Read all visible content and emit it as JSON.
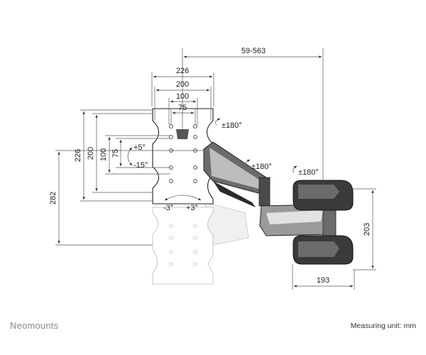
{
  "brand": "Neomounts",
  "measuring_unit": "Measuring unit: mm",
  "dimensions": {
    "reach": "59-563",
    "vesa_226": "226",
    "vesa_200": "200",
    "vesa_100": "100",
    "vesa_75": "75",
    "height_226": "226",
    "height_200": "200",
    "height_100": "100",
    "height_75": "75",
    "total_height": "282",
    "arm_height": "203",
    "arm_depth": "193"
  },
  "annotations": {
    "tilt_up": "+5°",
    "tilt_down": "-15°",
    "rotate_left": "-3°",
    "rotate_right": "+3°",
    "swivel_1": "±180°",
    "swivel_2": "±180°",
    "swivel_3": "±180°"
  },
  "colors": {
    "arm_dark": "#2a2a2a",
    "arm_mid": "#6b6b6b",
    "arm_light": "#bdbdbd",
    "ghost": "#d0d0d0",
    "brand_gray": "#8a8a8a"
  }
}
